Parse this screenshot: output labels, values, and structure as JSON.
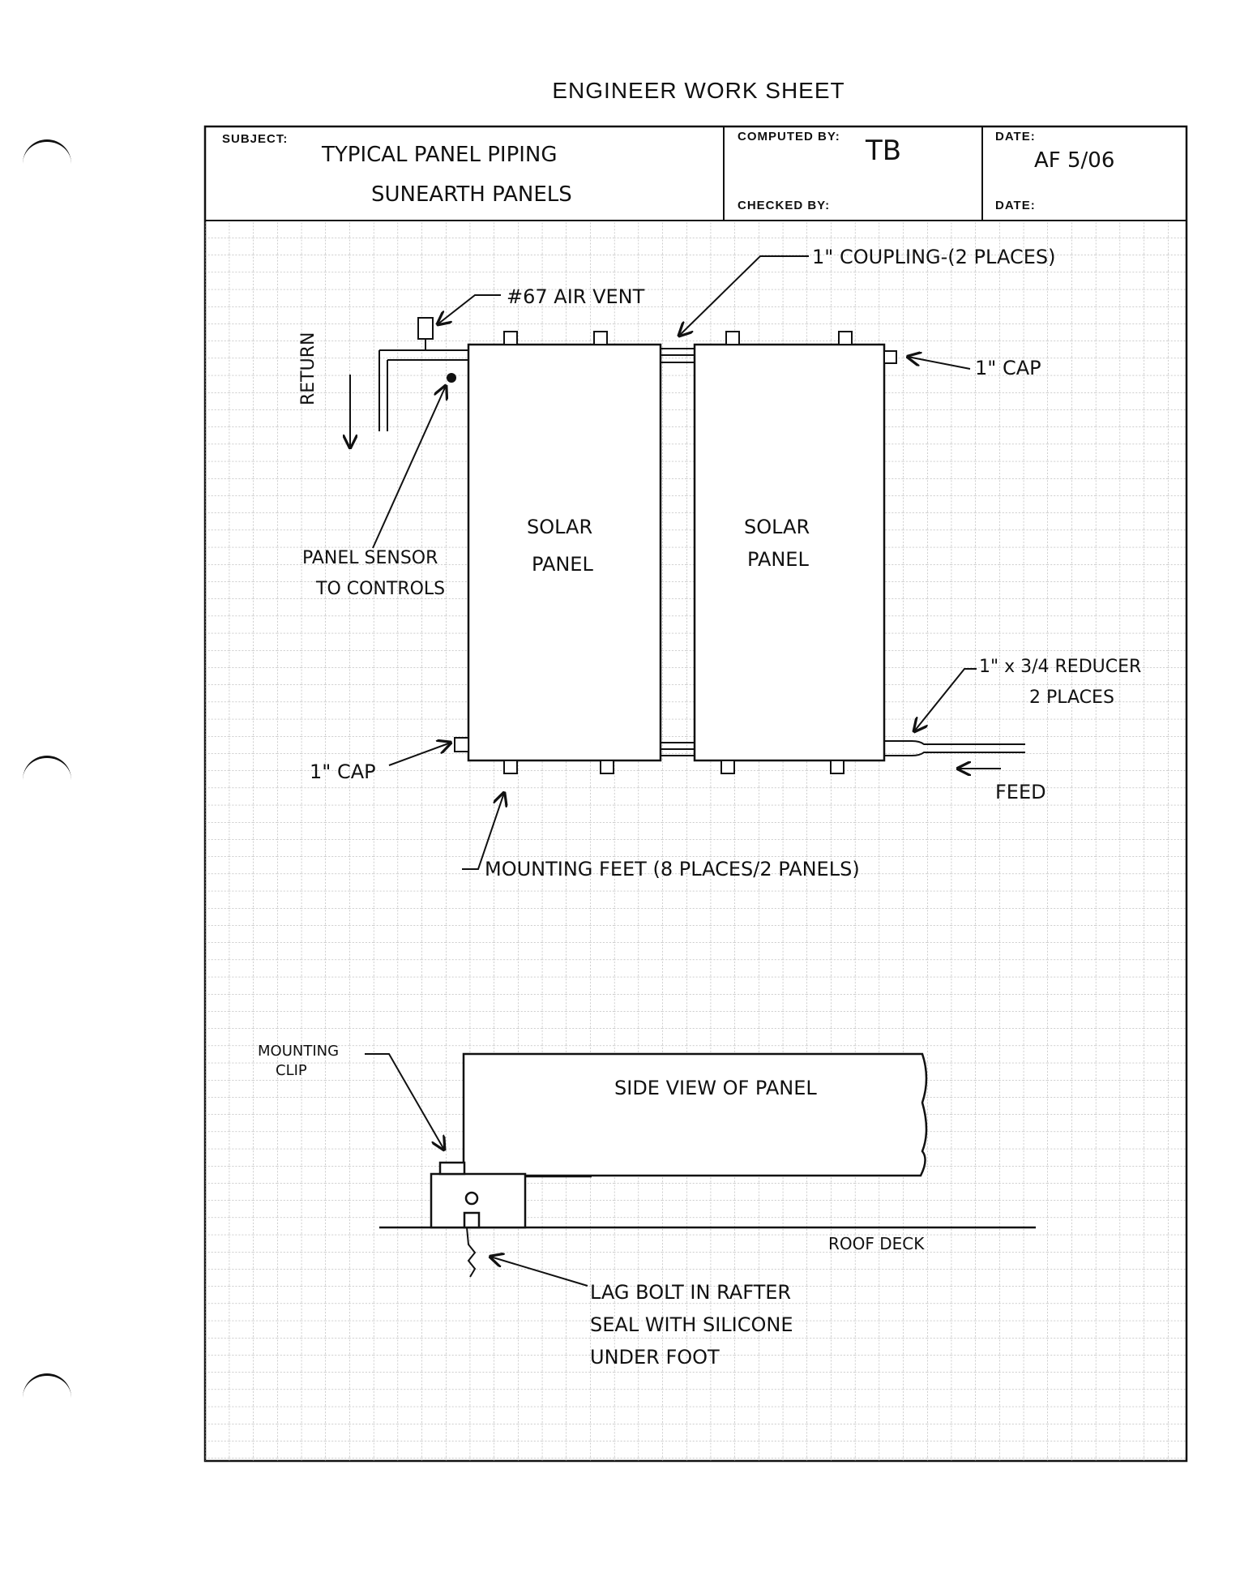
{
  "sheet": {
    "title": "ENGINEER WORK SHEET"
  },
  "header": {
    "subject_label": "SUBJECT:",
    "subject_line1": "TYPICAL PANEL PIPING",
    "subject_line2": "SUNEARTH PANELS",
    "computed_by_label": "COMPUTED BY:",
    "computed_by_value": "TB",
    "checked_by_label": "CHECKED BY:",
    "date_label": "DATE:",
    "date_value": "AF 5/06",
    "date2_label": "DATE:"
  },
  "diagram": {
    "coupling": "1\" COUPLING-(2 PLACES)",
    "air_vent": "#67 AIR VENT",
    "cap_top": "1\" CAP",
    "return": "RETURN",
    "panel1_line1": "SOLAR",
    "panel1_line2": "PANEL",
    "panel2_line1": "SOLAR",
    "panel2_line2": "PANEL",
    "sensor_line1": "PANEL SENSOR",
    "sensor_line2": "TO CONTROLS",
    "reducer_line1": "1\" x 3/4 REDUCER",
    "reducer_line2": "2 PLACES",
    "cap_bottom": "1\" CAP",
    "feed": "FEED",
    "mounting_feet": "MOUNTING FEET (8 PLACES/2 PANELS)",
    "clip_line1": "MOUNTING",
    "clip_line2": "CLIP",
    "side_view": "SIDE VIEW OF PANEL",
    "roof_deck": "ROOF DECK",
    "lag_line1": "LAG BOLT IN RAFTER",
    "lag_line2": "SEAL WITH SILICONE",
    "lag_line3": "UNDER FOOT"
  }
}
